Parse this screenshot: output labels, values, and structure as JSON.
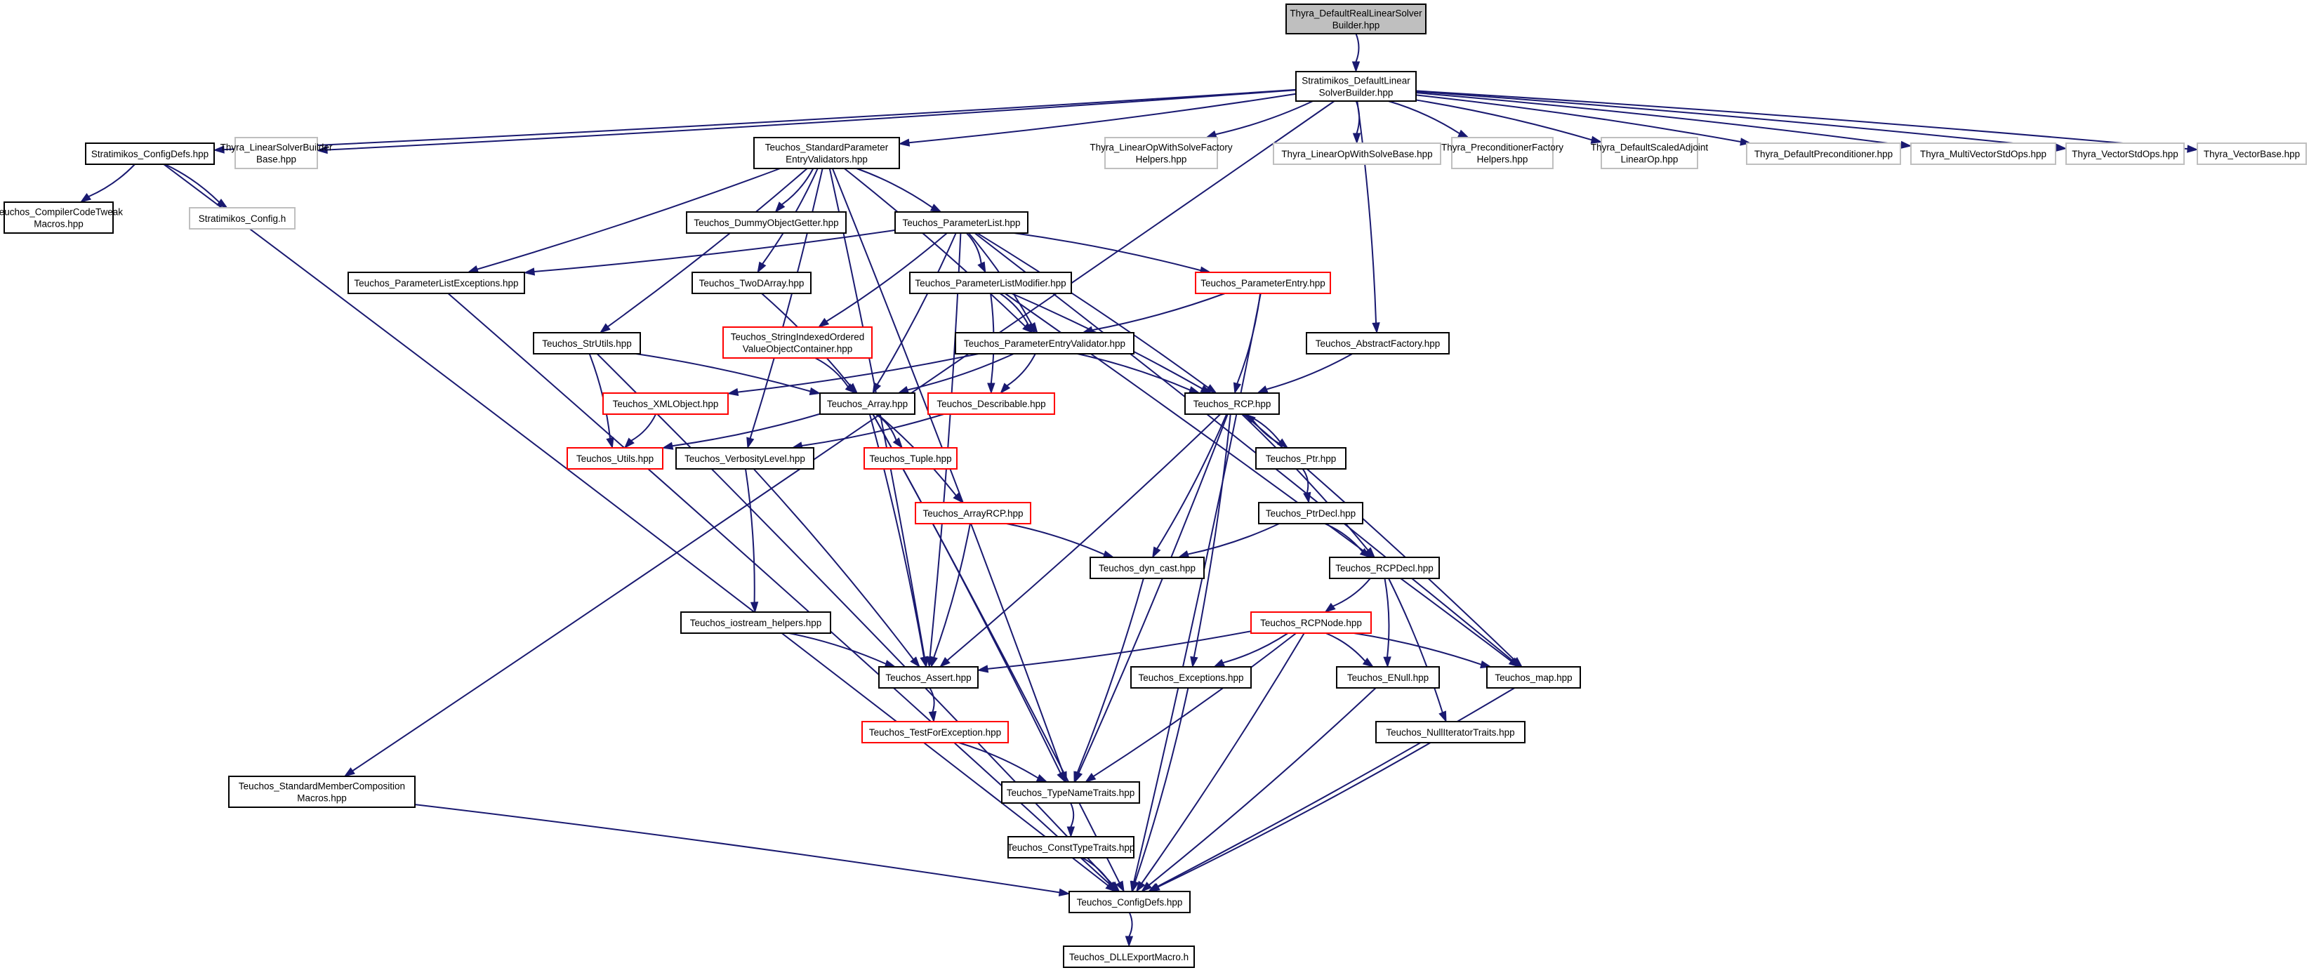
{
  "colors": {
    "edge": "#191970",
    "normal_border": "#000000",
    "missing_border": "#bfbfbf",
    "incomplete_border": "#ff0000",
    "root_fill": "#bfbfbf",
    "node_fill": "#ffffff"
  },
  "nodes": [
    {
      "id": "n0",
      "label": "Thyra_DefaultRealLinearSolverBuilder.hpp",
      "lines": [
        "Thyra_DefaultRealLinearSolver",
        "Builder.hpp"
      ],
      "style": "root"
    },
    {
      "id": "n1",
      "label": "Stratimikos_DefaultLinearSolverBuilder.hpp",
      "lines": [
        "Stratimikos_DefaultLinear",
        "SolverBuilder.hpp"
      ],
      "style": "normal"
    },
    {
      "id": "n2",
      "label": "Stratimikos_ConfigDefs.hpp",
      "lines": [
        "Stratimikos_ConfigDefs.hpp"
      ],
      "style": "normal"
    },
    {
      "id": "n3",
      "label": "Thyra_LinearSolverBuilderBase.hpp",
      "lines": [
        "Thyra_LinearSolverBuilder",
        "Base.hpp"
      ],
      "style": "missing"
    },
    {
      "id": "n4",
      "label": "Teuchos_StandardParameterEntryValidators.hpp",
      "lines": [
        "Teuchos_StandardParameter",
        "EntryValidators.hpp"
      ],
      "style": "normal"
    },
    {
      "id": "n5",
      "label": "Thyra_LinearOpWithSolveFactoryHelpers.hpp",
      "lines": [
        "Thyra_LinearOpWithSolveFactory",
        "Helpers.hpp"
      ],
      "style": "missing"
    },
    {
      "id": "n6",
      "label": "Thyra_LinearOpWithSolveBase.hpp",
      "lines": [
        "Thyra_LinearOpWithSolveBase.hpp"
      ],
      "style": "missing"
    },
    {
      "id": "n7",
      "label": "Thyra_PreconditionerFactoryHelpers.hpp",
      "lines": [
        "Thyra_PreconditionerFactory",
        "Helpers.hpp"
      ],
      "style": "missing"
    },
    {
      "id": "n8",
      "label": "Thyra_DefaultScaledAdjointLinearOp.hpp",
      "lines": [
        "Thyra_DefaultScaledAdjoint",
        "LinearOp.hpp"
      ],
      "style": "missing"
    },
    {
      "id": "n9",
      "label": "Thyra_DefaultPreconditioner.hpp",
      "lines": [
        "Thyra_DefaultPreconditioner.hpp"
      ],
      "style": "missing"
    },
    {
      "id": "n10",
      "label": "Thyra_MultiVectorStdOps.hpp",
      "lines": [
        "Thyra_MultiVectorStdOps.hpp"
      ],
      "style": "missing"
    },
    {
      "id": "n11",
      "label": "Thyra_VectorStdOps.hpp",
      "lines": [
        "Thyra_VectorStdOps.hpp"
      ],
      "style": "missing"
    },
    {
      "id": "n12",
      "label": "Thyra_VectorBase.hpp",
      "lines": [
        "Thyra_VectorBase.hpp"
      ],
      "style": "missing"
    },
    {
      "id": "n13",
      "label": "Teuchos_CompilerCodeTweakMacros.hpp",
      "lines": [
        "Teuchos_CompilerCodeTweak",
        "Macros.hpp"
      ],
      "style": "normal"
    },
    {
      "id": "n14",
      "label": "Stratimikos_Config.h",
      "lines": [
        "Stratimikos_Config.h"
      ],
      "style": "missing"
    },
    {
      "id": "n15",
      "label": "Teuchos_DummyObjectGetter.hpp",
      "lines": [
        "Teuchos_DummyObjectGetter.hpp"
      ],
      "style": "normal"
    },
    {
      "id": "n16",
      "label": "Teuchos_ParameterList.hpp",
      "lines": [
        "Teuchos_ParameterList.hpp"
      ],
      "style": "normal"
    },
    {
      "id": "n17",
      "label": "Teuchos_ParameterListExceptions.hpp",
      "lines": [
        "Teuchos_ParameterListExceptions.hpp"
      ],
      "style": "normal"
    },
    {
      "id": "n18",
      "label": "Teuchos_TwoDArray.hpp",
      "lines": [
        "Teuchos_TwoDArray.hpp"
      ],
      "style": "normal"
    },
    {
      "id": "n19",
      "label": "Teuchos_ParameterListModifier.hpp",
      "lines": [
        "Teuchos_ParameterListModifier.hpp"
      ],
      "style": "normal"
    },
    {
      "id": "n20",
      "label": "Teuchos_ParameterEntry.hpp",
      "lines": [
        "Teuchos_ParameterEntry.hpp"
      ],
      "style": "incomplete"
    },
    {
      "id": "n21",
      "label": "Teuchos_StrUtils.hpp",
      "lines": [
        "Teuchos_StrUtils.hpp"
      ],
      "style": "normal"
    },
    {
      "id": "n22",
      "label": "Teuchos_StringIndexedOrderedValueObjectContainer.hpp",
      "lines": [
        "Teuchos_StringIndexedOrdered",
        "ValueObjectContainer.hpp"
      ],
      "style": "incomplete"
    },
    {
      "id": "n23",
      "label": "Teuchos_ParameterEntryValidator.hpp",
      "lines": [
        "Teuchos_ParameterEntryValidator.hpp"
      ],
      "style": "normal"
    },
    {
      "id": "n24",
      "label": "Teuchos_AbstractFactory.hpp",
      "lines": [
        "Teuchos_AbstractFactory.hpp"
      ],
      "style": "normal"
    },
    {
      "id": "n25",
      "label": "Teuchos_XMLObject.hpp",
      "lines": [
        "Teuchos_XMLObject.hpp"
      ],
      "style": "incomplete"
    },
    {
      "id": "n26",
      "label": "Teuchos_Array.hpp",
      "lines": [
        "Teuchos_Array.hpp"
      ],
      "style": "normal"
    },
    {
      "id": "n27",
      "label": "Teuchos_Describable.hpp",
      "lines": [
        "Teuchos_Describable.hpp"
      ],
      "style": "incomplete"
    },
    {
      "id": "n28",
      "label": "Teuchos_RCP.hpp",
      "lines": [
        "Teuchos_RCP.hpp"
      ],
      "style": "normal"
    },
    {
      "id": "n29",
      "label": "Teuchos_Utils.hpp",
      "lines": [
        "Teuchos_Utils.hpp"
      ],
      "style": "incomplete"
    },
    {
      "id": "n30",
      "label": "Teuchos_VerbosityLevel.hpp",
      "lines": [
        "Teuchos_VerbosityLevel.hpp"
      ],
      "style": "normal"
    },
    {
      "id": "n31",
      "label": "Teuchos_Tuple.hpp",
      "lines": [
        "Teuchos_Tuple.hpp"
      ],
      "style": "incomplete"
    },
    {
      "id": "n32",
      "label": "Teuchos_Ptr.hpp",
      "lines": [
        "Teuchos_Ptr.hpp"
      ],
      "style": "normal"
    },
    {
      "id": "n33",
      "label": "Teuchos_ArrayRCP.hpp",
      "lines": [
        "Teuchos_ArrayRCP.hpp"
      ],
      "style": "incomplete"
    },
    {
      "id": "n34",
      "label": "Teuchos_PtrDecl.hpp",
      "lines": [
        "Teuchos_PtrDecl.hpp"
      ],
      "style": "normal"
    },
    {
      "id": "n35",
      "label": "Teuchos_dyn_cast.hpp",
      "lines": [
        "Teuchos_dyn_cast.hpp"
      ],
      "style": "normal"
    },
    {
      "id": "n36",
      "label": "Teuchos_RCPDecl.hpp",
      "lines": [
        "Teuchos_RCPDecl.hpp"
      ],
      "style": "normal"
    },
    {
      "id": "n37",
      "label": "Teuchos_iostream_helpers.hpp",
      "lines": [
        "Teuchos_iostream_helpers.hpp"
      ],
      "style": "normal"
    },
    {
      "id": "n38",
      "label": "Teuchos_RCPNode.hpp",
      "lines": [
        "Teuchos_RCPNode.hpp"
      ],
      "style": "incomplete"
    },
    {
      "id": "n39",
      "label": "Teuchos_Assert.hpp",
      "lines": [
        "Teuchos_Assert.hpp"
      ],
      "style": "normal"
    },
    {
      "id": "n40",
      "label": "Teuchos_Exceptions.hpp",
      "lines": [
        "Teuchos_Exceptions.hpp"
      ],
      "style": "normal"
    },
    {
      "id": "n41",
      "label": "Teuchos_ENull.hpp",
      "lines": [
        "Teuchos_ENull.hpp"
      ],
      "style": "normal"
    },
    {
      "id": "n42",
      "label": "Teuchos_map.hpp",
      "lines": [
        "Teuchos_map.hpp"
      ],
      "style": "normal"
    },
    {
      "id": "n43",
      "label": "Teuchos_TestForException.hpp",
      "lines": [
        "Teuchos_TestForException.hpp"
      ],
      "style": "incomplete"
    },
    {
      "id": "n44",
      "label": "Teuchos_NullIteratorTraits.hpp",
      "lines": [
        "Teuchos_NullIteratorTraits.hpp"
      ],
      "style": "normal"
    },
    {
      "id": "n45",
      "label": "Teuchos_StandardMemberCompositionMacros.hpp",
      "lines": [
        "Teuchos_StandardMemberComposition",
        "Macros.hpp"
      ],
      "style": "normal"
    },
    {
      "id": "n46",
      "label": "Teuchos_TypeNameTraits.hpp",
      "lines": [
        "Teuchos_TypeNameTraits.hpp"
      ],
      "style": "normal"
    },
    {
      "id": "n47",
      "label": "Teuchos_ConstTypeTraits.hpp",
      "lines": [
        "Teuchos_ConstTypeTraits.hpp"
      ],
      "style": "normal"
    },
    {
      "id": "n48",
      "label": "Teuchos_ConfigDefs.hpp",
      "lines": [
        "Teuchos_ConfigDefs.hpp"
      ],
      "style": "normal"
    },
    {
      "id": "n49",
      "label": "Teuchos_DLLExportMacro.h",
      "lines": [
        "Teuchos_DLLExportMacro.h"
      ],
      "style": "normal"
    }
  ],
  "edges": [
    [
      "n0",
      "n1"
    ],
    [
      "n1",
      "n2"
    ],
    [
      "n1",
      "n3"
    ],
    [
      "n1",
      "n4"
    ],
    [
      "n1",
      "n5"
    ],
    [
      "n1",
      "n6"
    ],
    [
      "n1",
      "n7"
    ],
    [
      "n1",
      "n8"
    ],
    [
      "n1",
      "n9"
    ],
    [
      "n1",
      "n10"
    ],
    [
      "n1",
      "n11"
    ],
    [
      "n1",
      "n12"
    ],
    [
      "n1",
      "n24"
    ],
    [
      "n1",
      "n45"
    ],
    [
      "n2",
      "n13"
    ],
    [
      "n2",
      "n14"
    ],
    [
      "n2",
      "n48"
    ],
    [
      "n4",
      "n15"
    ],
    [
      "n4",
      "n16"
    ],
    [
      "n4",
      "n17"
    ],
    [
      "n4",
      "n18"
    ],
    [
      "n4",
      "n21"
    ],
    [
      "n4",
      "n23"
    ],
    [
      "n4",
      "n30"
    ],
    [
      "n4",
      "n39"
    ],
    [
      "n4",
      "n46"
    ],
    [
      "n16",
      "n17"
    ],
    [
      "n16",
      "n19"
    ],
    [
      "n16",
      "n20"
    ],
    [
      "n16",
      "n22"
    ],
    [
      "n16",
      "n23"
    ],
    [
      "n16",
      "n26"
    ],
    [
      "n16",
      "n28"
    ],
    [
      "n16",
      "n39"
    ],
    [
      "n16",
      "n42"
    ],
    [
      "n18",
      "n26"
    ],
    [
      "n19",
      "n23"
    ],
    [
      "n19",
      "n27"
    ],
    [
      "n19",
      "n28"
    ],
    [
      "n19",
      "n42"
    ],
    [
      "n20",
      "n23"
    ],
    [
      "n20",
      "n28"
    ],
    [
      "n20",
      "n48"
    ],
    [
      "n21",
      "n26"
    ],
    [
      "n21",
      "n29"
    ],
    [
      "n21",
      "n48"
    ],
    [
      "n22",
      "n26"
    ],
    [
      "n23",
      "n25"
    ],
    [
      "n23",
      "n26"
    ],
    [
      "n23",
      "n27"
    ],
    [
      "n23",
      "n28"
    ],
    [
      "n24",
      "n28"
    ],
    [
      "n25",
      "n29"
    ],
    [
      "n26",
      "n29"
    ],
    [
      "n26",
      "n31"
    ],
    [
      "n26",
      "n33"
    ],
    [
      "n26",
      "n39"
    ],
    [
      "n26",
      "n46"
    ],
    [
      "n26",
      "n48"
    ],
    [
      "n27",
      "n30"
    ],
    [
      "n28",
      "n32"
    ],
    [
      "n28",
      "n35"
    ],
    [
      "n28",
      "n36"
    ],
    [
      "n28",
      "n39"
    ],
    [
      "n28",
      "n40"
    ],
    [
      "n28",
      "n42"
    ],
    [
      "n28",
      "n46"
    ],
    [
      "n32",
      "n28"
    ],
    [
      "n32",
      "n34"
    ],
    [
      "n33",
      "n35"
    ],
    [
      "n33",
      "n39"
    ],
    [
      "n34",
      "n35"
    ],
    [
      "n34",
      "n36"
    ],
    [
      "n35",
      "n46"
    ],
    [
      "n36",
      "n38"
    ],
    [
      "n36",
      "n41"
    ],
    [
      "n36",
      "n44"
    ],
    [
      "n30",
      "n37"
    ],
    [
      "n30",
      "n39"
    ],
    [
      "n37",
      "n39"
    ],
    [
      "n38",
      "n39"
    ],
    [
      "n38",
      "n40"
    ],
    [
      "n38",
      "n41"
    ],
    [
      "n38",
      "n42"
    ],
    [
      "n38",
      "n46"
    ],
    [
      "n38",
      "n48"
    ],
    [
      "n39",
      "n43"
    ],
    [
      "n43",
      "n46"
    ],
    [
      "n40",
      "n48"
    ],
    [
      "n41",
      "n48"
    ],
    [
      "n42",
      "n48"
    ],
    [
      "n44",
      "n48"
    ],
    [
      "n45",
      "n48"
    ],
    [
      "n17",
      "n48"
    ],
    [
      "n46",
      "n47"
    ],
    [
      "n47",
      "n48"
    ],
    [
      "n48",
      "n49"
    ]
  ]
}
